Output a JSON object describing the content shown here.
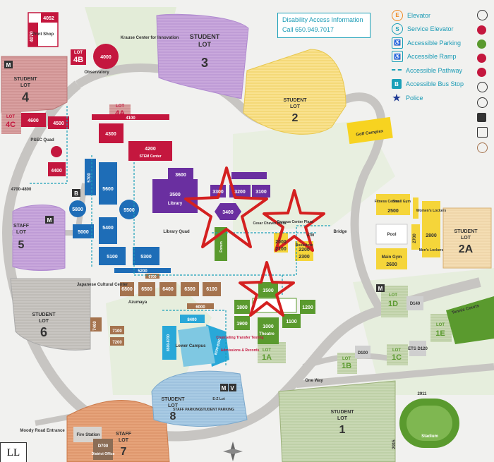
{
  "info_box": {
    "line1": "Disability Access Information",
    "line2": "Call 650.949.7017"
  },
  "legend": [
    {
      "icon": "elevator-icon",
      "label": "Elevator",
      "color": "#f08a24",
      "glyph": "E"
    },
    {
      "icon": "service-elevator-icon",
      "label": "Service Elevator",
      "color": "#1aa0b8",
      "glyph": "S"
    },
    {
      "icon": "accessible-parking-icon",
      "label": "Accessible Parking",
      "color": "#1aa0b8",
      "glyph": "♿"
    },
    {
      "icon": "accessible-ramp-icon",
      "label": "Accessible Ramp",
      "color": "#1aa0b8",
      "glyph": "♿"
    },
    {
      "icon": "accessible-pathway-icon",
      "label": "Accessible Pathway",
      "color": "#1aa0b8",
      "glyph": "-"
    },
    {
      "icon": "accessible-bus-stop-icon",
      "label": "Accessible Bus Stop",
      "color": "#1aa0b8",
      "glyph": "B"
    },
    {
      "icon": "police-star-icon",
      "label": "Police",
      "color": "#1f3a93",
      "glyph": "★"
    }
  ],
  "lots": {
    "lot3": {
      "line1": "STUDENT",
      "line2": "LOT",
      "num": "3"
    },
    "lot2": {
      "line1": "STUDENT",
      "line2": "LOT",
      "num": "2"
    },
    "lot4": {
      "line1": "STUDENT",
      "line2": "LOT",
      "num": "4"
    },
    "lot5": {
      "line1": "STAFF",
      "line2": "LOT",
      "num": "5"
    },
    "lot6": {
      "line1": "STUDENT",
      "line2": "LOT",
      "num": "6"
    },
    "lot7": {
      "line1": "STAFF",
      "line2": "LOT",
      "num": "7"
    },
    "lot8": {
      "line1": "STUDENT",
      "line2": "LOT",
      "num": "8"
    },
    "lot1": {
      "line1": "STUDENT",
      "line2": "LOT",
      "num": "1"
    },
    "lot2a": {
      "line1": "STUDENT",
      "line2": "LOT",
      "num": "2A"
    },
    "lot4a": {
      "line1": "LOT",
      "num": "4A"
    },
    "lot4b": {
      "line1": "LOT",
      "num": "4B"
    },
    "lot4c": {
      "line1": "LOT",
      "num": "4C"
    },
    "lot1a": {
      "line1": "LOT",
      "num": "1A"
    },
    "lot1b": {
      "line1": "LOT",
      "num": "1B"
    },
    "lot1c": {
      "line1": "LOT",
      "num": "1C"
    },
    "lot1d": {
      "line1": "LOT",
      "num": "1D"
    },
    "lot1e": {
      "line1": "LOT",
      "num": "1E"
    }
  },
  "buildings": {
    "b4052": "4052",
    "b4070": "4070",
    "print_shop": "Print Shop",
    "b4000": "4000",
    "krause": "Krause Center for Innovation",
    "observatory": "Observatory",
    "b4100": "4100",
    "b4300": "4300",
    "b4200": "4200",
    "stem": "STEM Center",
    "b4600": "4600",
    "b4500": "4500",
    "b4400": "4400",
    "psec": "PSEC Quad",
    "b4700": "4700-4800",
    "b5700": "5700",
    "b5600": "5600",
    "b5800": "5800",
    "b5500": "5500",
    "b5400": "5400",
    "b5000": "5000",
    "b5100": "5100",
    "b5300": "5300",
    "b5200": "5200",
    "b3600": "3600",
    "b3500": "3500",
    "lib": "Library",
    "b3300": "3300",
    "b3200": "3200",
    "b3100": "3100",
    "b3400": "3400",
    "library_quad": "Library Quad",
    "b3000": "Forum",
    "b2000": "2000",
    "b2100": "2100",
    "b2200": "2200",
    "b2300": "2300",
    "ccp": "Campus Center Plaza",
    "chavez": "Cesar Chavez Plaza",
    "bookstore": "Bookstore",
    "atm": "ATM",
    "bridge": "Bridge",
    "fitness": "Fitness Center",
    "small_gym": "Small Gym",
    "b2500": "2500",
    "pool": "Pool",
    "b2700": "2700",
    "womens": "Women's Lockers",
    "b2800": "2800",
    "mens": "Men's Lockers",
    "main_gym": "Main Gym",
    "b2600": "2600",
    "golf": "Golf Complex",
    "b6700": "6700",
    "b6800": "6800",
    "b6500": "6500",
    "b6400": "6400",
    "b6300": "6300",
    "b6100": "6100",
    "japanese": "Japanese Cultural Center",
    "b6000": "6000",
    "azumaya": "Azumaya",
    "b7100": "7100",
    "b7200": "7200",
    "b7400": "7400",
    "b8400": "8400",
    "b8500": "8500-8700",
    "b8100": "8100-8300",
    "lower": "Lower Campus",
    "counseling": "Counseling Transfer Testing",
    "admissions": "Admissions & Records",
    "b1500": "1500",
    "b1800": "1800",
    "b1900": "1900",
    "b1200": "1200",
    "b1100": "1100",
    "b1000": "1000",
    "theatre": "Theatre",
    "d140": "D140",
    "d100": "D100",
    "ets": "ETS D120",
    "tennis": "Tennis Courts",
    "stadium": "Stadium",
    "b2911": "2911",
    "b2915": "2915",
    "d700": "D700",
    "district": "District Office",
    "fire": "Fire Station",
    "one_way": "One Way",
    "moody": "Moody Road Entrance",
    "staff_parking": "STAFF PARKING",
    "student_parking": "STUDENT PARKING",
    "enter_parking": "E-Z Lot"
  },
  "markers": {
    "m": "M",
    "v": "V",
    "b": "B"
  },
  "corner_text": "LL",
  "right_col_glyphs": [
    "",
    "",
    "",
    "",
    "",
    "",
    "",
    "",
    "",
    "",
    ""
  ],
  "colors": {
    "purple": "#6a2fa0",
    "blue": "#1e6db7",
    "crimson": "#c4173e",
    "brown": "#a5734e",
    "green": "#5a9a2e",
    "yellow": "#f5d53a",
    "teal": "#29a8d8",
    "orange": "#e88a3c",
    "star": "#d42020"
  }
}
